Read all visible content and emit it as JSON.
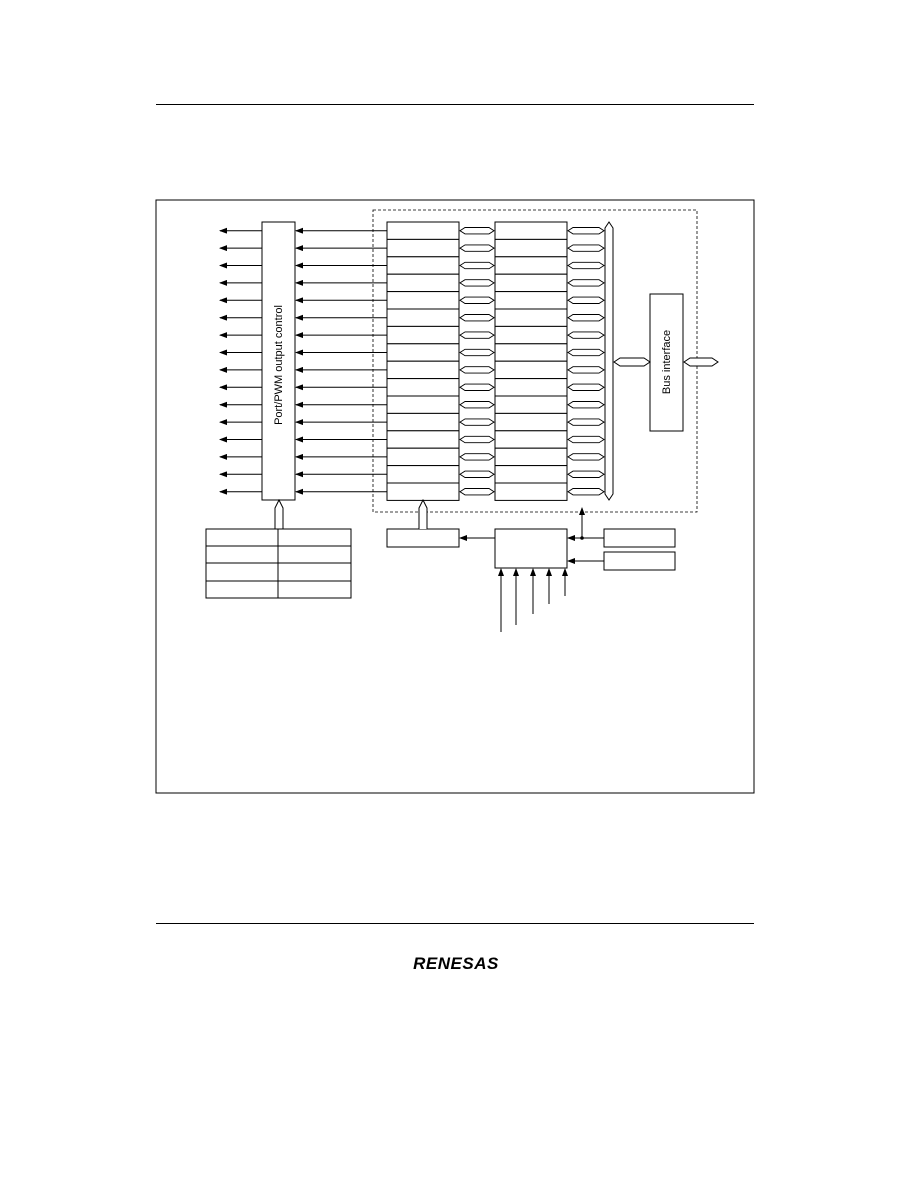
{
  "diagram": {
    "port_block_label": "Port/PWM output control",
    "bus_interface_label": "Bus interface",
    "output_channel_count": 16
  },
  "footer": {
    "logo_text": "RENESAS"
  }
}
